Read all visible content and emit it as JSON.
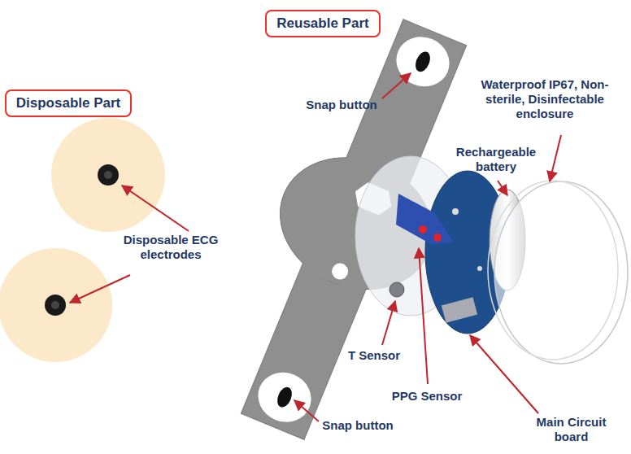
{
  "diagram": {
    "nodes": [
      {
        "text": [
          "Reusable Part"
        ]
      },
      {
        "text": [
          "Disposable Part"
        ]
      }
    ],
    "labels": [
      "Snap button",
      "Waterproof IP67, Non-sterile, Disinfectable enclosure",
      "Rechargeable battery",
      "Disposable ECG electrodes",
      "T Sensor",
      "PPG Sensor",
      "Snap button",
      "Main Circuit board"
    ]
  }
}
